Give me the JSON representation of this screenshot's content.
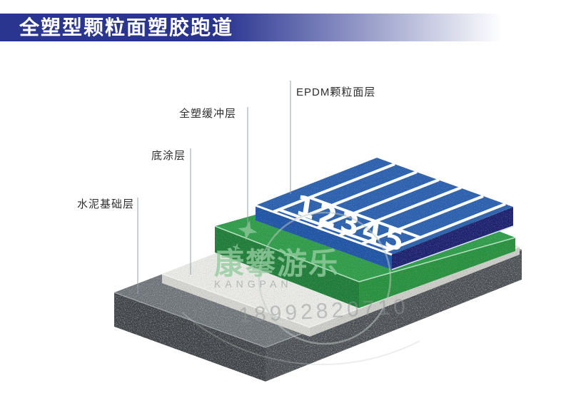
{
  "title": "全塑型颗粒面塑胶跑道",
  "layer_labels": [
    {
      "id": "epdm",
      "text": "EPDM颗粒面层"
    },
    {
      "id": "buffer",
      "text": "全塑缓冲层"
    },
    {
      "id": "primer",
      "text": "底涂层"
    },
    {
      "id": "cement",
      "text": "水泥基础层"
    }
  ],
  "lane_numbers": [
    "1",
    "2",
    "3",
    "4",
    "5"
  ],
  "watermark": {
    "brand": "康攀游乐",
    "brand_en": "KANGPAN",
    "phone": "18992820710"
  },
  "colors": {
    "banner_blue": "#2a3590",
    "track_blue_top": "#2a62ae",
    "track_blue_side": "#1c56a6",
    "track_navy_side": "#1b2071",
    "buffer_green_top": "#2f9d4b",
    "buffer_green_side": "#1d7e39",
    "primer_white": "#e9e9e6",
    "cement_gray_top": "#70757a",
    "cement_gray_side": "#3f4347",
    "lane_line_white": "#ffffff",
    "watermark_green": "#95cc9f"
  }
}
